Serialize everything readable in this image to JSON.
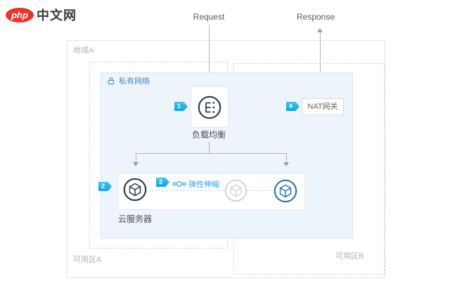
{
  "logo": {
    "badge_text": "php",
    "site_name": "中文网"
  },
  "flow_labels": {
    "request": "Request",
    "response": "Response"
  },
  "region": {
    "label": "地域A"
  },
  "zones": {
    "zone_a_label": "可用区A",
    "zone_b_label": "可用区B"
  },
  "private_network": {
    "label": "私有网络"
  },
  "load_balancer": {
    "step": "1",
    "label": "负载均衡"
  },
  "cloud_server": {
    "step": "2",
    "label": "云服务器"
  },
  "auto_scaling": {
    "step": "3",
    "label": "弹性伸缩"
  },
  "nat_gateway": {
    "step": "4",
    "label": "NAT网关"
  },
  "colors": {
    "accent_cyan": "#2ab1e3",
    "private_network_blue": "#4a88c7",
    "icon_navy": "#2e3e50",
    "icon_ghost_gray": "#ccd3da",
    "icon_blue": "#2f74c0",
    "logo_red": "#e7342c"
  }
}
